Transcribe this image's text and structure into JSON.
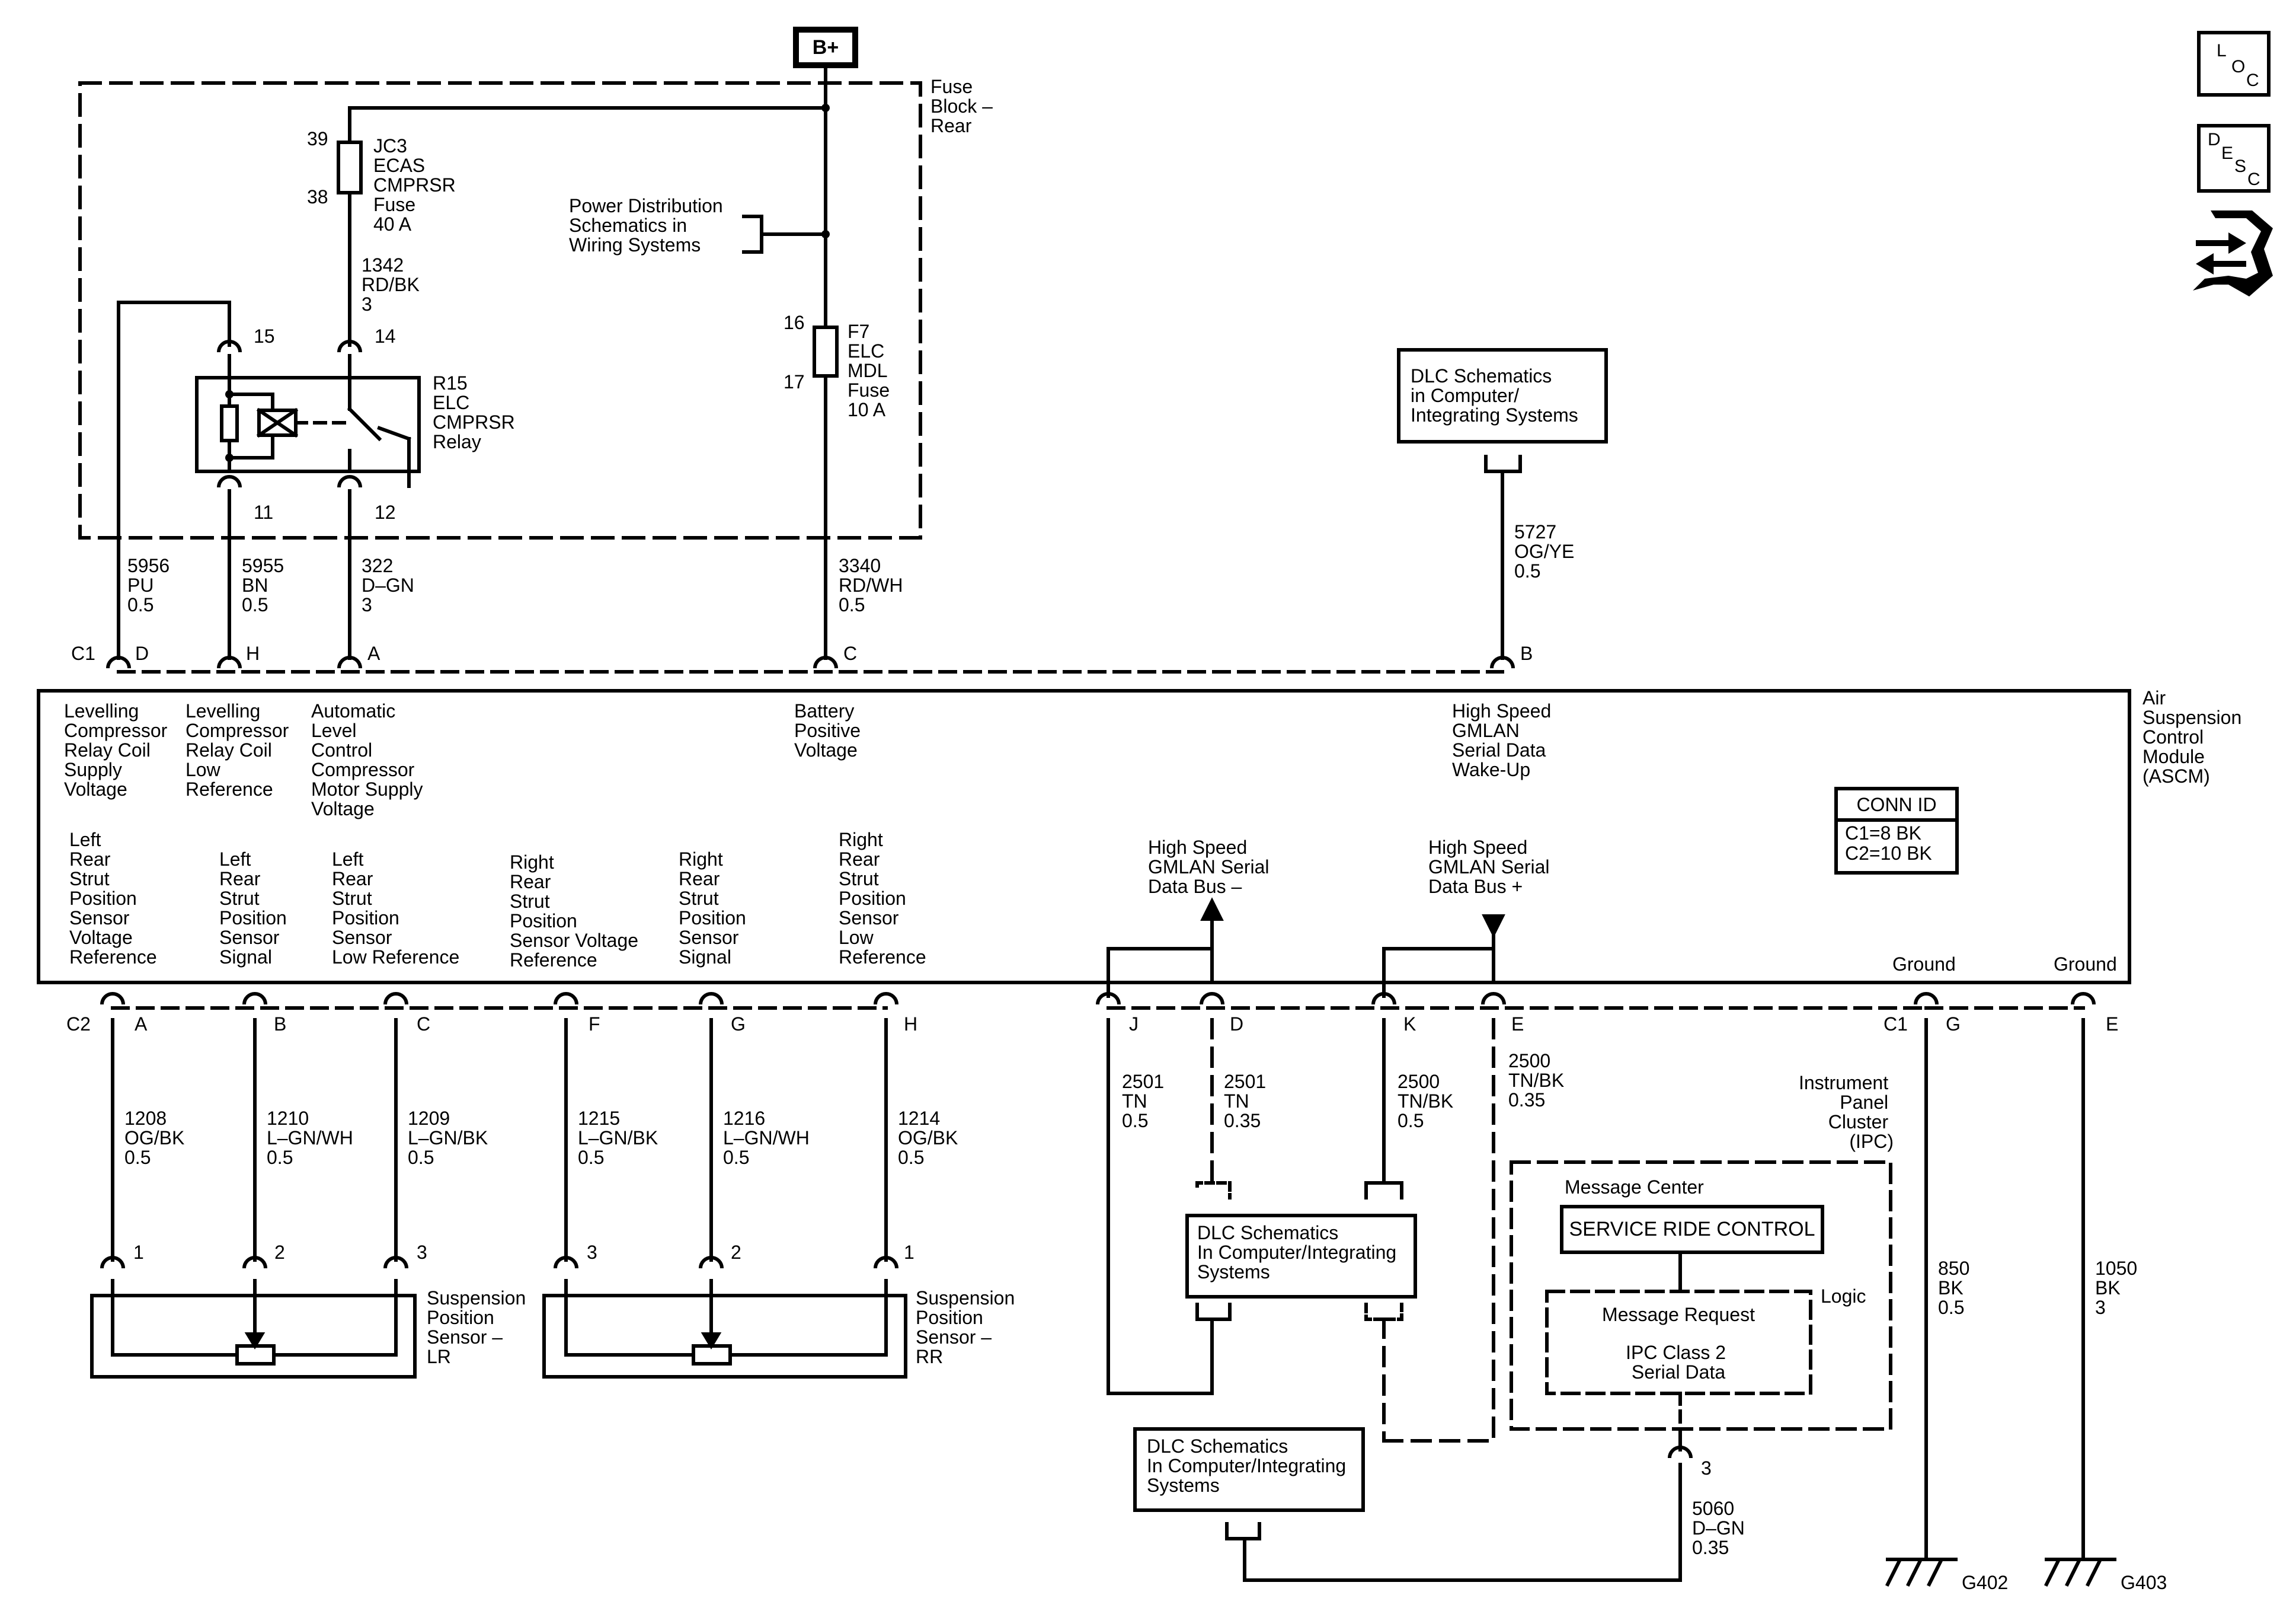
{
  "supply": {
    "label": "B+"
  },
  "nav_icons": {
    "loc": {
      "top": "L",
      "middle": "O",
      "bottom": "C",
      "icon": "location-icon"
    },
    "desc": {
      "top": "D",
      "middle": "E",
      "bottom": "S",
      "sub": "C",
      "icon": "description-icon"
    },
    "connector_icon": "connector-end-view-icon"
  },
  "fuse_block": {
    "label": [
      "Fuse",
      "Block –",
      "Rear"
    ]
  },
  "fuse_jc3": {
    "pin_top": "39",
    "pin_bottom": "38",
    "label": [
      "JC3",
      "ECAS",
      "CMPRSR",
      "Fuse",
      "40 A"
    ]
  },
  "fuse_f7": {
    "pin_top": "16",
    "pin_bottom": "17",
    "label": [
      "F7",
      "ELC",
      "MDL",
      "Fuse",
      "10 A"
    ]
  },
  "wire_1342": {
    "label": [
      "1342",
      "RD/BK",
      "3"
    ]
  },
  "power_dist_ref": {
    "label": [
      "Power Distribution",
      "Schematics in",
      "Wiring Systems"
    ]
  },
  "relay": {
    "label": [
      "R15",
      "ELC",
      "CMPRSR",
      "Relay"
    ],
    "pins": {
      "coil_in": "15",
      "switch_in": "14",
      "coil_out": "11",
      "switch_out": "12"
    }
  },
  "c1_wires": [
    {
      "id": "5956",
      "color": "PU",
      "size": "0.5",
      "pin": "D"
    },
    {
      "id": "5955",
      "color": "BN",
      "size": "0.5",
      "pin": "H"
    },
    {
      "id": "322",
      "color": "D–GN",
      "size": "3",
      "pin": "A"
    },
    {
      "id": "3340",
      "color": "RD/WH",
      "size": "0.5",
      "pin": "C"
    },
    {
      "id": "5727",
      "color": "OG/YE",
      "size": "0.5",
      "pin": "B"
    }
  ],
  "c1_label": "C1",
  "c2_label": "C2",
  "dlc_ref_top": {
    "label": [
      "DLC Schematics",
      "in Computer/",
      "Integrating Systems"
    ]
  },
  "module": {
    "name": [
      "Air",
      "Suspension",
      "Control",
      "Module",
      "(ASCM)"
    ],
    "top_functions": [
      {
        "label": [
          "Levelling",
          "Compressor",
          "Relay Coil",
          "Supply",
          "Voltage"
        ]
      },
      {
        "label": [
          "Levelling",
          "Compressor",
          "Relay Coil",
          "Low",
          "Reference"
        ]
      },
      {
        "label": [
          "Automatic",
          "Level",
          "Control",
          "Compressor",
          "Motor Supply",
          "Voltage"
        ]
      },
      {
        "label": [
          "Battery",
          "Positive",
          "Voltage"
        ]
      },
      {
        "label": [
          "High Speed",
          "GMLAN",
          "Serial Data",
          "Wake-Up"
        ]
      }
    ],
    "bottom_functions": [
      {
        "label": [
          "Left",
          "Rear",
          "Strut",
          "Position",
          "Sensor",
          "Voltage",
          "Reference"
        ]
      },
      {
        "label": [
          "Left",
          "Rear",
          "Strut",
          "Position",
          "Sensor",
          "Signal"
        ]
      },
      {
        "label": [
          "Left",
          "Rear",
          "Strut",
          "Position",
          "Sensor",
          "Low Reference"
        ]
      },
      {
        "label": [
          "Right",
          "Rear",
          "Strut",
          "Position",
          "Sensor Voltage",
          "Reference"
        ]
      },
      {
        "label": [
          "Right",
          "Rear",
          "Strut",
          "Position",
          "Sensor",
          "Signal"
        ]
      },
      {
        "label": [
          "Right",
          "Rear",
          "Strut",
          "Position",
          "Sensor",
          "Low",
          "Reference"
        ]
      },
      {
        "label": [
          "High Speed",
          "GMLAN Serial",
          "Data Bus –"
        ]
      },
      {
        "label": [
          "High Speed",
          "GMLAN Serial",
          "Data Bus +"
        ]
      },
      {
        "label": [
          "Ground"
        ]
      },
      {
        "label": [
          "Ground"
        ]
      }
    ],
    "conn_id": {
      "title": "CONN ID",
      "c1": "C1=8 BK",
      "c2": "C2=10 BK"
    }
  },
  "c2_wires": [
    {
      "id": "1208",
      "color": "OG/BK",
      "size": "0.5",
      "pin": "A",
      "sensor_pin": "1"
    },
    {
      "id": "1210",
      "color": "L–GN/WH",
      "size": "0.5",
      "pin": "B",
      "sensor_pin": "2"
    },
    {
      "id": "1209",
      "color": "L–GN/BK",
      "size": "0.5",
      "pin": "C",
      "sensor_pin": "3"
    },
    {
      "id": "1215",
      "color": "L–GN/BK",
      "size": "0.5",
      "pin": "F",
      "sensor_pin": "3"
    },
    {
      "id": "1216",
      "color": "L–GN/WH",
      "size": "0.5",
      "pin": "G",
      "sensor_pin": "2"
    },
    {
      "id": "1214",
      "color": "OG/BK",
      "size": "0.5",
      "pin": "H",
      "sensor_pin": "1"
    }
  ],
  "bus_wires": [
    {
      "id": "2501",
      "color": "TN",
      "size": "0.5",
      "pin": "J"
    },
    {
      "id": "2501",
      "color": "TN",
      "size": "0.35",
      "pin": "D"
    },
    {
      "id": "2500",
      "color": "TN/BK",
      "size": "0.5",
      "pin": "K"
    },
    {
      "id": "2500",
      "color": "TN/BK",
      "size": "0.35",
      "pin": "E"
    }
  ],
  "ground_wires": [
    {
      "conn": "C1",
      "pin": "G",
      "id": "850",
      "color": "BK",
      "size": "0.5",
      "ground": "G402"
    },
    {
      "pin": "E",
      "id": "1050",
      "color": "BK",
      "size": "3",
      "ground": "G403"
    }
  ],
  "sensor_lr": {
    "label": [
      "Suspension",
      "Position",
      "Sensor –",
      "LR"
    ]
  },
  "sensor_rr": {
    "label": [
      "Suspension",
      "Position",
      "Sensor –",
      "RR"
    ]
  },
  "dlc_ref_mid": {
    "label": [
      "DLC Schematics",
      "In Computer/Integrating",
      "Systems"
    ]
  },
  "dlc_ref_bottom": {
    "label": [
      "DLC Schematics",
      "In Computer/Integrating",
      "Systems"
    ]
  },
  "ipc": {
    "label": [
      "Instrument",
      "Panel",
      "Cluster",
      "(IPC)"
    ],
    "message_center": "Message Center",
    "message_text": "SERVICE RIDE CONTROL",
    "logic": "Logic",
    "message_request": "Message Request",
    "serial_data": [
      "IPC Class 2",
      "Serial Data"
    ],
    "pin": "3"
  },
  "wire_5060": {
    "label": [
      "5060",
      "D–GN",
      "0.35"
    ]
  }
}
